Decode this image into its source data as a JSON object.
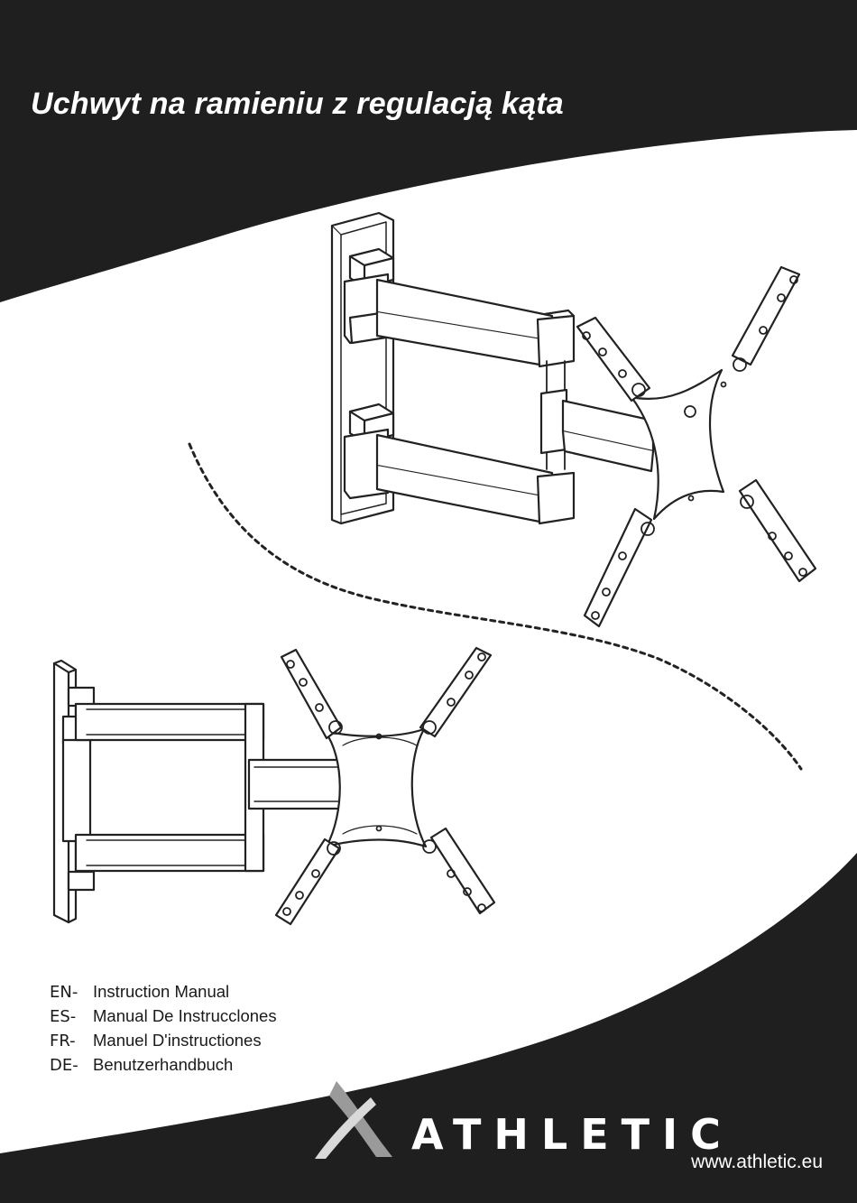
{
  "document": {
    "title": "Uchwyt na ramieniu z regulacją kąta",
    "languages": [
      {
        "code": "EN-",
        "label": "Instruction Manual"
      },
      {
        "code": "ES-",
        "label": "Manual De Instrucclones"
      },
      {
        "code": "FR-",
        "label": "Manuel D'instructiones"
      },
      {
        "code": "DE-",
        "label": "Benutzerhandbuch"
      }
    ],
    "brand": {
      "name": "ATHLETIC",
      "website": "www.athletic.eu"
    }
  },
  "colors": {
    "background": "#ffffff",
    "band": "#1f1f1f",
    "line": "#222222",
    "text_light": "#ffffff",
    "text_dark": "#1a1a1a",
    "logo_accent": "#9a9a9a"
  },
  "icons": {
    "illustration": "tv-wall-mount-drawing",
    "logo": "athletic-swoosh-logo"
  }
}
